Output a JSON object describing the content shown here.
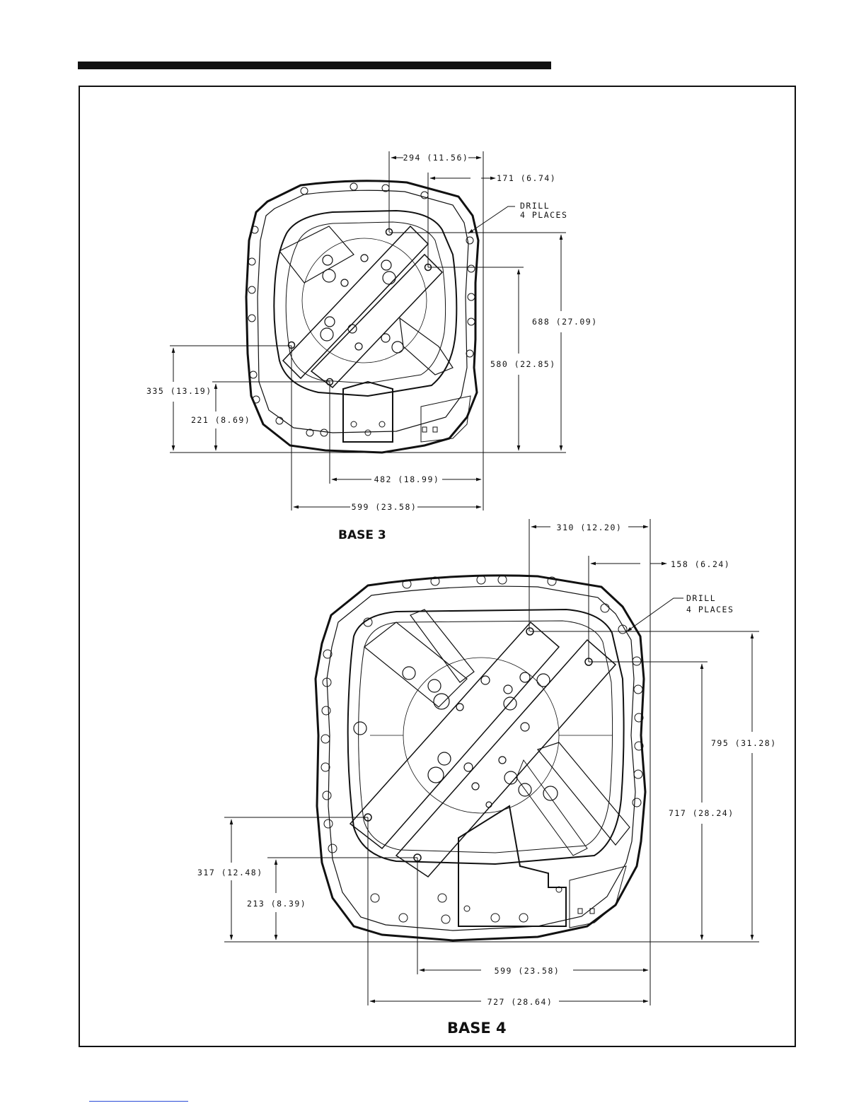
{
  "base3": {
    "title": "BASE 3",
    "note_line1": "DRILL",
    "note_line2": "4 PLACES",
    "dimensions": {
      "top_294": "294 (11.56)",
      "top_171": "171 (6.74)",
      "right_688": "688 (27.09)",
      "right_580": "580 (22.85)",
      "left_335": "335 (13.19)",
      "left_221": "221 (8.69)",
      "bottom_482": "482 (18.99)",
      "bottom_599": "599 (23.58)"
    }
  },
  "base4": {
    "title": "BASE 4",
    "note_line1": "DRILL",
    "note_line2": "4 PLACES",
    "dimensions": {
      "top_310": "310 (12.20)",
      "top_158": "158 (6.24)",
      "right_795": "795 (31.28)",
      "right_717": "717 (28.24)",
      "left_317": "317 (12.48)",
      "left_213": "213 (8.39)",
      "bottom_599": "599 (23.58)",
      "bottom_727": "727 (28.64)"
    }
  }
}
